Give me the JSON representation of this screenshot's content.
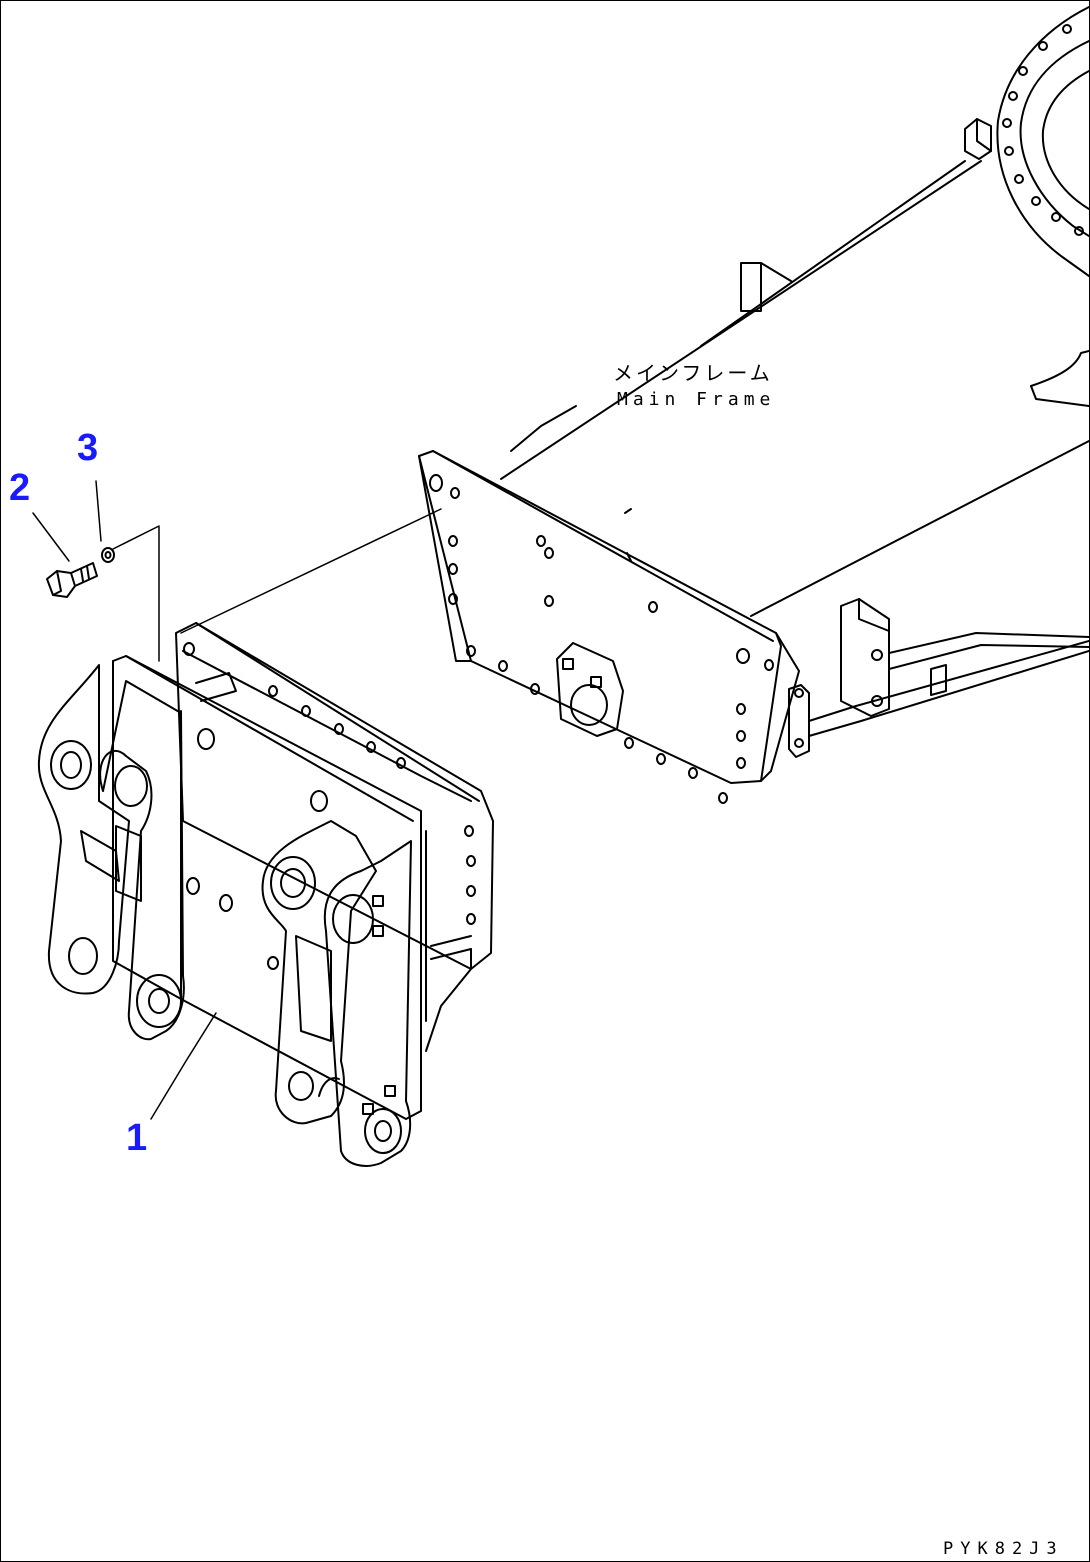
{
  "callouts": {
    "part1": "1",
    "part2": "2",
    "part3": "3"
  },
  "labels": {
    "main_frame_jp": "メインフレーム",
    "main_frame_en": "Main Frame"
  },
  "drawing_id": "PYK82J3",
  "colors": {
    "line": "#000000",
    "callout": "#1a1aff",
    "background": "#ffffff"
  }
}
